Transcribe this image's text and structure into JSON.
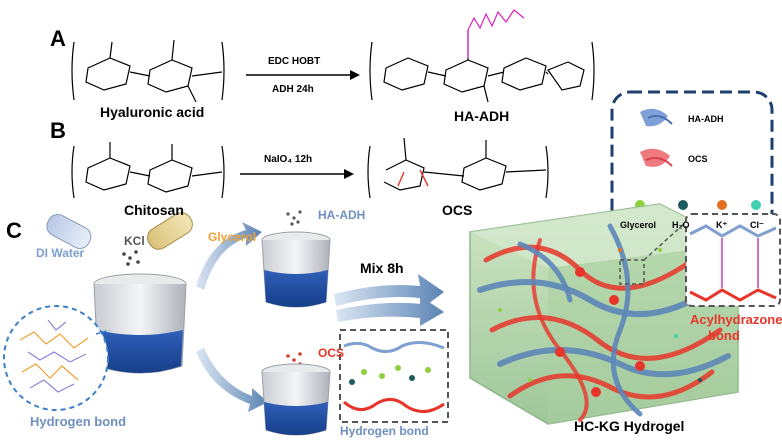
{
  "panels": {
    "a": "A",
    "b": "B",
    "c": "C"
  },
  "reaction_a": {
    "reactant": "Hyaluronic acid",
    "reagents_top": "EDC   HOBT",
    "reagents_bottom": "ADH   24h",
    "product": "HA-ADH"
  },
  "reaction_b": {
    "reactant": "Chitosan",
    "reagents_top": "NaIO₄   12h",
    "product": "OCS"
  },
  "legend": {
    "ha_adh": "HA-ADH",
    "ocs": "OCS",
    "glycerol": "Glycerol",
    "water": "H₂O",
    "potassium": "K⁺",
    "chloride": "Cl⁻"
  },
  "panel_c": {
    "di_water": "DI Water",
    "kcl": "KCl",
    "glycerol": "Glycerol",
    "ha_adh": "HA-ADH",
    "ocs": "OCS",
    "mix": "Mix   8h",
    "hydrogen_bond_left": "Hydrogen bond",
    "hydrogen_bond_mid": "Hydrogen bond",
    "acylhydrazone_line1": "Acylhydrazone",
    "acylhydrazone_line2": "bond",
    "hydrogel": "HC-KG Hydrogel"
  },
  "colors": {
    "blue": "#6f8fbf",
    "red": "#e8352a",
    "orange": "#f0a030",
    "navy": "#1f3f6f",
    "gel_green": "#b9d8b0"
  }
}
